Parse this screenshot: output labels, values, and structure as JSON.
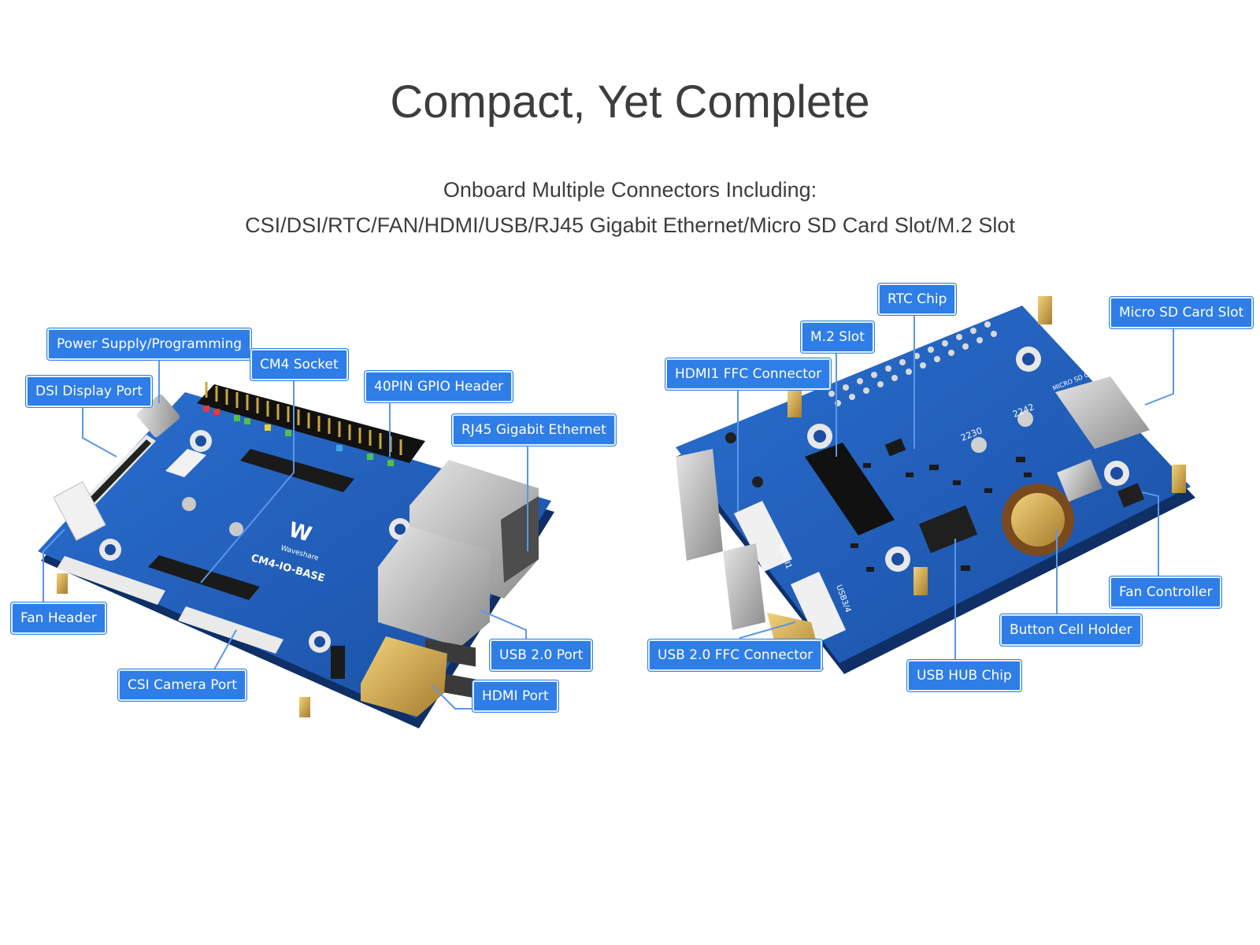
{
  "header": {
    "title": "Compact, Yet Complete",
    "subtitle_line1": "Onboard Multiple Connectors Including:",
    "subtitle_line2": "CSI/DSI/RTC/FAN/HDMI/USB/RJ45 Gigabit Ethernet/Micro SD Card Slot/M.2 Slot"
  },
  "board_front": {
    "logo_text": "Waveshare",
    "silkscreen": "CM4-IO-BASE",
    "callouts": {
      "power_supply": "Power Supply/Programming",
      "dsi_display": "DSI Display Port",
      "cm4_socket": "CM4 Socket",
      "gpio_header": "40PIN GPIO Header",
      "rj45": "RJ45 Gigabit Ethernet",
      "fan_header": "Fan Header",
      "usb2_port": "USB 2.0 Port",
      "csi_camera": "CSI Camera Port",
      "hdmi_port": "HDMI Port"
    }
  },
  "board_back": {
    "silkscreen": {
      "m2_label": "2230",
      "m2_label2": "2242",
      "usb_label": "USB3/4",
      "hdmi_label": "HDMI1",
      "sd_label": "MICRO SD CARD"
    },
    "callouts": {
      "rtc_chip": "RTC Chip",
      "micro_sd": "Micro SD Card Slot",
      "m2_slot": "M.2 Slot",
      "hdmi1_ffc": "HDMI1 FFC Connector",
      "fan_controller": "Fan Controller",
      "button_cell": "Button Cell Holder",
      "usb2_ffc": "USB 2.0 FFC Connector",
      "usb_hub": "USB HUB Chip"
    }
  },
  "colors": {
    "callout_bg": "#2f7de6",
    "pcb_blue": "#1f5bb8",
    "leader_line": "#5b97e6"
  }
}
